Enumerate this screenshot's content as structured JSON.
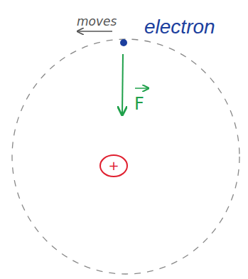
{
  "diagram": {
    "labels": [
      "moves",
      "electron",
      "F",
      "+"
    ]
  }
}
